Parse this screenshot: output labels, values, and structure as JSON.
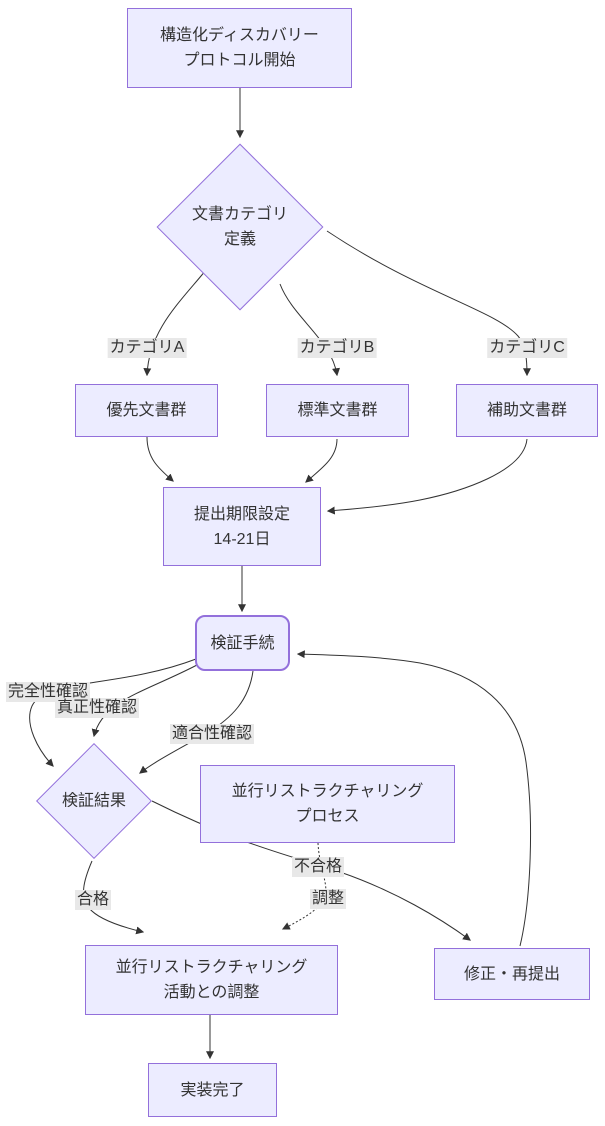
{
  "diagram": {
    "type": "flowchart",
    "direction": "top-down",
    "colors": {
      "node_fill": "#ECECFF",
      "node_border": "#9370DB",
      "edge_line": "#333333",
      "edge_label_bg": "#e8e8e8",
      "text": "#333333",
      "background": "#ffffff"
    },
    "nodes": {
      "start": {
        "shape": "rect",
        "line1": "構造化ディスカバリー",
        "line2": "プロトコル開始"
      },
      "category_definition": {
        "shape": "diamond",
        "line1": "文書カテゴリ",
        "line2": "定義"
      },
      "priority_docs": {
        "shape": "rect",
        "label": "優先文書群"
      },
      "standard_docs": {
        "shape": "rect",
        "label": "標準文書群"
      },
      "auxiliary_docs": {
        "shape": "rect",
        "label": "補助文書群"
      },
      "deadline": {
        "shape": "rect",
        "line1": "提出期限設定",
        "line2": "14-21日"
      },
      "verification_procedure": {
        "shape": "rounded-rect",
        "label": "検証手続"
      },
      "verification_result": {
        "shape": "diamond",
        "label": "検証結果"
      },
      "parallel_process": {
        "shape": "rect",
        "line1": "並行リストラクチャリング",
        "line2": "プロセス"
      },
      "coordination": {
        "shape": "rect",
        "line1": "並行リストラクチャリング",
        "line2": "活動との調整"
      },
      "resubmission": {
        "shape": "rect",
        "label": "修正・再提出"
      },
      "implementation": {
        "shape": "rect",
        "label": "実装完了"
      }
    },
    "edge_labels": {
      "category_a": "カテゴリA",
      "category_b": "カテゴリB",
      "category_c": "カテゴリC",
      "completeness": "完全性確認",
      "authenticity": "真正性確認",
      "conformity": "適合性確認",
      "pass": "合格",
      "fail": "不合格",
      "adjust": "調整"
    },
    "edges": [
      {
        "from": "start",
        "to": "category_definition",
        "label": "",
        "style": "solid"
      },
      {
        "from": "category_definition",
        "to": "priority_docs",
        "label": "カテゴリA",
        "style": "solid"
      },
      {
        "from": "category_definition",
        "to": "standard_docs",
        "label": "カテゴリB",
        "style": "solid"
      },
      {
        "from": "category_definition",
        "to": "auxiliary_docs",
        "label": "カテゴリC",
        "style": "solid"
      },
      {
        "from": "priority_docs",
        "to": "deadline",
        "label": "",
        "style": "solid"
      },
      {
        "from": "standard_docs",
        "to": "deadline",
        "label": "",
        "style": "solid"
      },
      {
        "from": "auxiliary_docs",
        "to": "deadline",
        "label": "",
        "style": "solid"
      },
      {
        "from": "deadline",
        "to": "verification_procedure",
        "label": "",
        "style": "solid"
      },
      {
        "from": "verification_procedure",
        "to": "verification_result",
        "label": "完全性確認",
        "style": "solid"
      },
      {
        "from": "verification_procedure",
        "to": "verification_result",
        "label": "真正性確認",
        "style": "solid"
      },
      {
        "from": "verification_procedure",
        "to": "verification_result",
        "label": "適合性確認",
        "style": "solid"
      },
      {
        "from": "verification_result",
        "to": "coordination",
        "label": "合格",
        "style": "solid"
      },
      {
        "from": "verification_result",
        "to": "resubmission",
        "label": "不合格",
        "style": "solid"
      },
      {
        "from": "resubmission",
        "to": "verification_procedure",
        "label": "",
        "style": "solid"
      },
      {
        "from": "parallel_process",
        "to": "coordination",
        "label": "調整",
        "style": "dotted"
      },
      {
        "from": "coordination",
        "to": "implementation",
        "label": "",
        "style": "solid"
      }
    ]
  }
}
